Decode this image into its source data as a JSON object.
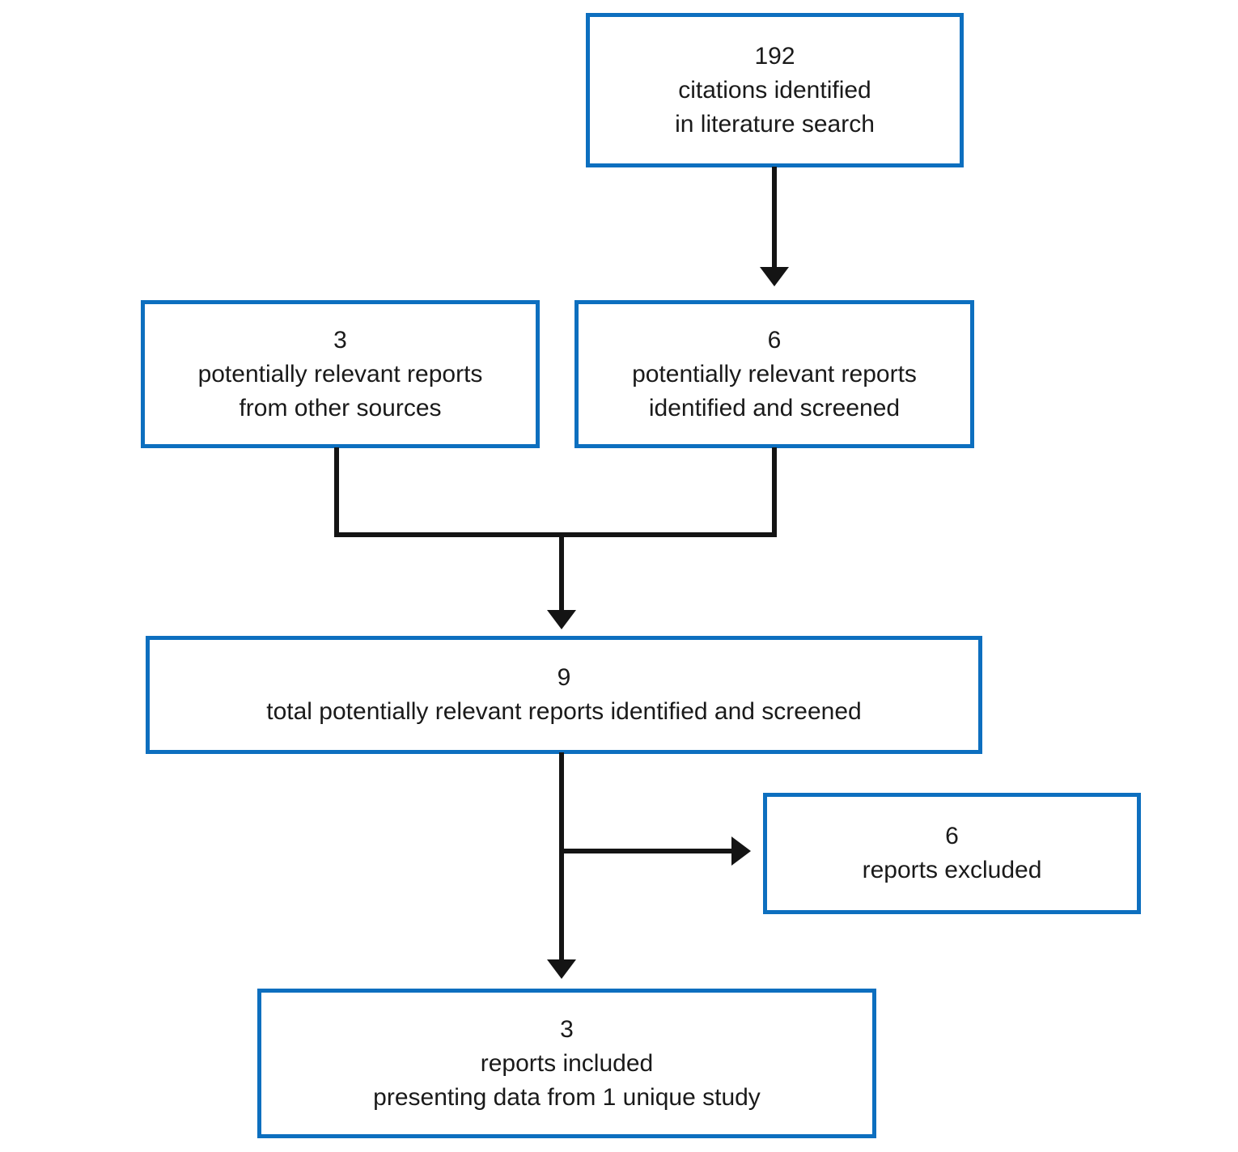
{
  "colors": {
    "box_border": "#0d6fbf",
    "box_fill": "#ffffff",
    "connector": "#141414",
    "text": "#1a1a1a",
    "background": "#ffffff"
  },
  "diagram_type": "flowchart",
  "nodes": [
    {
      "id": "citations",
      "count": "192",
      "label": "citations identified\nin literature search"
    },
    {
      "id": "other-sources",
      "count": "3",
      "label": "potentially relevant reports\nfrom other sources"
    },
    {
      "id": "screened",
      "count": "6",
      "label": "potentially relevant reports\nidentified and screened"
    },
    {
      "id": "total-screened",
      "count": "9",
      "label": "total potentially relevant reports identified and screened"
    },
    {
      "id": "excluded",
      "count": "6",
      "label": "reports excluded"
    },
    {
      "id": "included",
      "count": "3",
      "label": "reports included\npresenting data from 1 unique study"
    }
  ],
  "edges": [
    {
      "from": "citations",
      "to": "screened"
    },
    {
      "from": "other-sources",
      "to": "total-screened"
    },
    {
      "from": "screened",
      "to": "total-screened"
    },
    {
      "from": "total-screened",
      "to": "excluded"
    },
    {
      "from": "total-screened",
      "to": "included"
    }
  ]
}
